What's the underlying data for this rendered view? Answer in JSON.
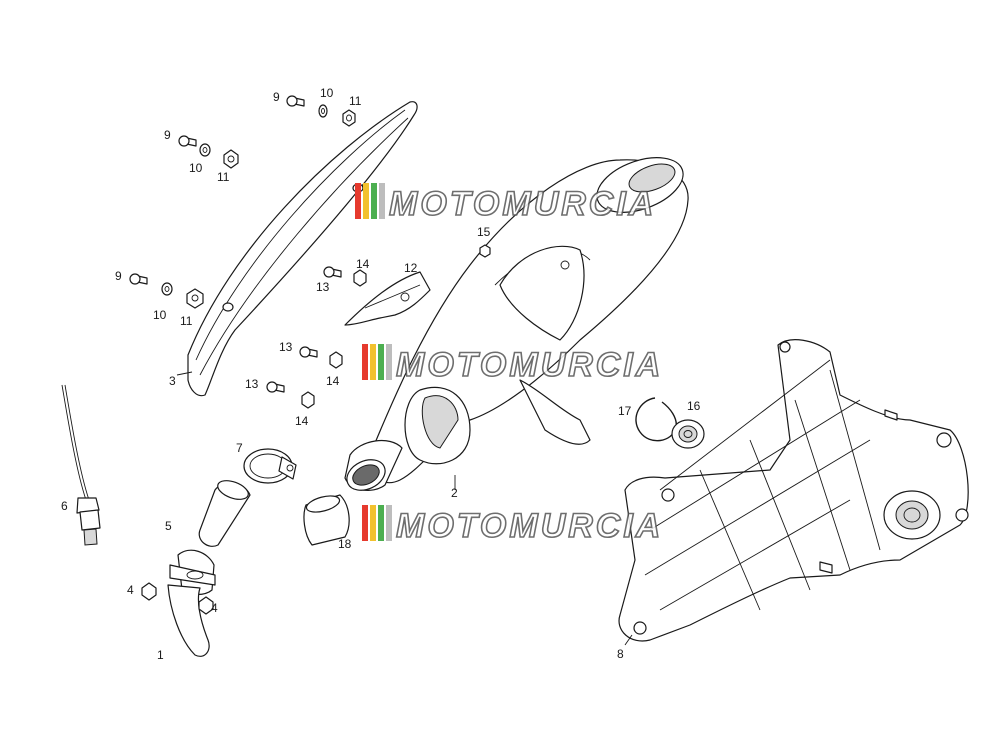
{
  "watermark": {
    "text": "MOTOMURCIA",
    "stripe_colors": [
      "#e63a2e",
      "#f2c12e",
      "#4caf50",
      "#bdbdbd"
    ]
  },
  "callouts": [
    {
      "id": "c9a",
      "label": "9"
    },
    {
      "id": "c10a",
      "label": "10"
    },
    {
      "id": "c11a",
      "label": "11"
    },
    {
      "id": "c9b",
      "label": "9"
    },
    {
      "id": "c10b",
      "label": "10"
    },
    {
      "id": "c11b",
      "label": "11"
    },
    {
      "id": "c9c",
      "label": "9"
    },
    {
      "id": "c10c",
      "label": "10"
    },
    {
      "id": "c11c",
      "label": "11"
    },
    {
      "id": "c3",
      "label": "3"
    },
    {
      "id": "c15",
      "label": "15"
    },
    {
      "id": "c14a",
      "label": "14"
    },
    {
      "id": "c13a",
      "label": "13"
    },
    {
      "id": "c12",
      "label": "12"
    },
    {
      "id": "c13b",
      "label": "13"
    },
    {
      "id": "c14b",
      "label": "14"
    },
    {
      "id": "c13c",
      "label": "13"
    },
    {
      "id": "c14c",
      "label": "14"
    },
    {
      "id": "c7",
      "label": "7"
    },
    {
      "id": "c6",
      "label": "6"
    },
    {
      "id": "c5",
      "label": "5"
    },
    {
      "id": "c4a",
      "label": "4"
    },
    {
      "id": "c4b",
      "label": "4"
    },
    {
      "id": "c1",
      "label": "1"
    },
    {
      "id": "c2",
      "label": "2"
    },
    {
      "id": "c18",
      "label": "18"
    },
    {
      "id": "c17",
      "label": "17"
    },
    {
      "id": "c16",
      "label": "16"
    },
    {
      "id": "c8",
      "label": "8"
    }
  ]
}
